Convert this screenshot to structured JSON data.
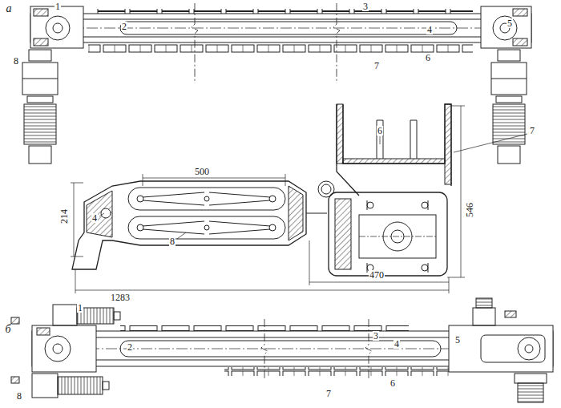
{
  "diagram": {
    "labels": [
      "а",
      "1",
      "2",
      "3",
      "4",
      "5",
      "8",
      "7",
      "6",
      "500",
      "214",
      "546",
      "470",
      "1283",
      "4",
      "8",
      "6",
      "7",
      "б",
      "1",
      "2",
      "3",
      "4",
      "5",
      "8",
      "7",
      "6"
    ]
  }
}
